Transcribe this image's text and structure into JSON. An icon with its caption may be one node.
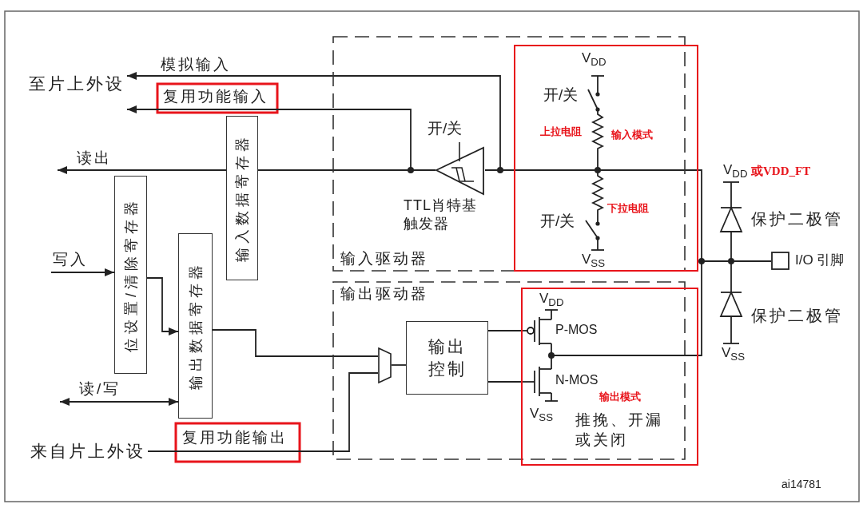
{
  "diagram": {
    "nodes": [
      {
        "text": [
          "至片上外设"
        ]
      },
      {
        "text": [
          "输入数据寄存器"
        ]
      },
      {
        "text": [
          "位设置/清除寄存器"
        ]
      },
      {
        "text": [
          "输出数据寄存器"
        ]
      },
      {
        "text": [
          "来自片上外设"
        ]
      },
      {
        "text": [
          "输入驱动器"
        ]
      },
      {
        "text": [],
        "shape": "triangle",
        "in": 5,
        "beside": [
          "开/关",
          "TTL肖特基触发器"
        ]
      },
      {
        "text": [
          "V$_{DD}$",
          "开/关",
          "上拉电阻",
          "输入模式",
          "下拉电阻",
          "开/关",
          "V$_{SS}$"
        ]
      },
      {
        "text": [
          "输出驱动器"
        ]
      },
      {
        "text": [],
        "shape": "trapezoid",
        "in": 8
      },
      {
        "text": [
          "输出控制"
        ],
        "in": 8
      },
      {
        "text": [
          "V$_{DD}$",
          "P-MOS",
          "N-MOS",
          "输出模式",
          "V$_{SS}$",
          "推挽、开漏或关闭"
        ]
      },
      {
        "text": [],
        "shape": "box",
        "beside": [
          "I/O 引脚"
        ]
      }
    ],
    "edges": [
      {
        "from": 7,
        "to": 0,
        "arrow": "to",
        "label": "模拟输入"
      },
      {
        "from": 7,
        "to": 6,
        "arrow": "none"
      },
      {
        "from": 6,
        "to": 0,
        "arrow": "to",
        "label": "复用功能输入"
      },
      {
        "from": 6,
        "to": 1,
        "arrow": "none"
      },
      {
        "from": 1,
        "to": null,
        "arrow": "to",
        "label": "读出"
      },
      {
        "from": null,
        "to": 2,
        "arrow": "to",
        "label": "写入"
      },
      {
        "from": 2,
        "to": 3,
        "arrow": "to"
      },
      {
        "from": null,
        "to": 3,
        "arrow": "both",
        "label": "读/写"
      },
      {
        "from": 3,
        "to": 9,
        "arrow": "none"
      },
      {
        "from": 4,
        "to": 9,
        "arrow": "none",
        "label": "复用功能输出"
      },
      {
        "from": 9,
        "to": 10,
        "arrow": "none"
      },
      {
        "from": 10,
        "to": 11,
        "arrow": "none"
      },
      {
        "from": 10,
        "to": 11,
        "arrow": "none"
      },
      {
        "from": 11,
        "to": 12,
        "arrow": "none"
      },
      {
        "from": 12,
        "to": 7,
        "arrow": "none"
      }
    ],
    "labels": [
      "V$_{DD}$",
      "或VDD_FT",
      "保护二极管",
      "保护二极管",
      "V$_{SS}$",
      "ai14781"
    ]
  }
}
